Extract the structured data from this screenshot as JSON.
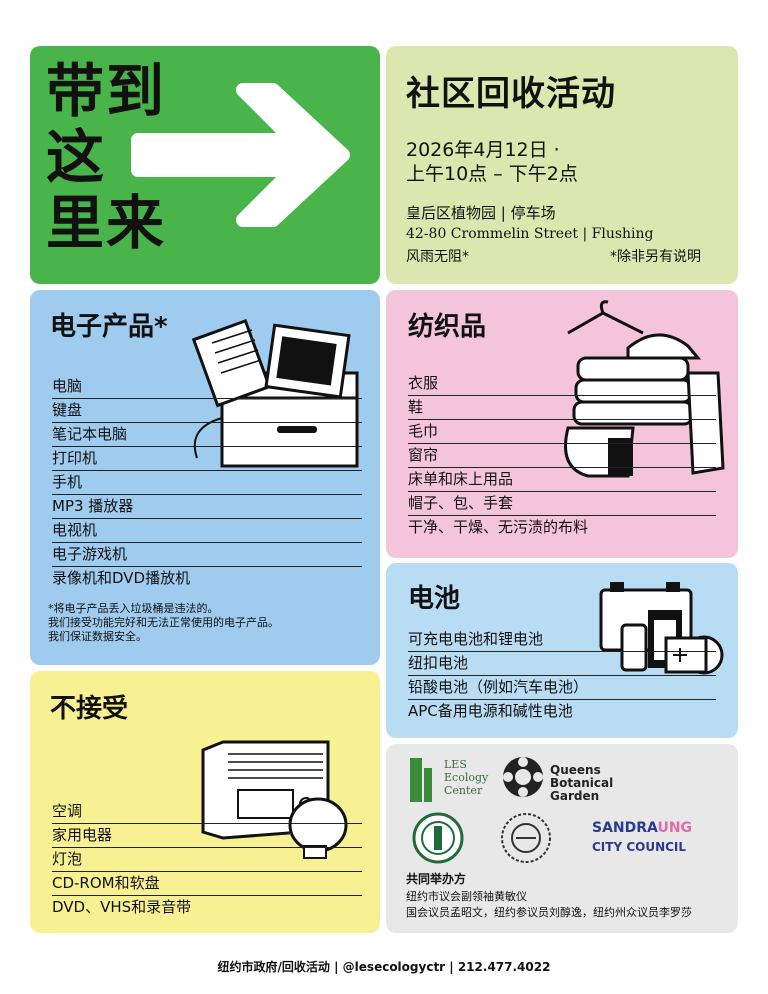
{
  "hero": {
    "lines": [
      "带到",
      "这",
      "里来"
    ]
  },
  "event": {
    "title": "社区回收活动",
    "date_line1": "2026年4月12日 ·",
    "date_line2": "上午10点 – 下午2点",
    "venue": "皇后区植物园 | 停车场",
    "address": "42-80 Crommelin Street | Flushing",
    "rain": "风雨无阻*",
    "note": "*除非另有说明"
  },
  "electronics": {
    "title": "电子产品*",
    "items": [
      "电脑",
      "键盘",
      "笔记本电脑",
      "打印机",
      "手机",
      "MP3 播放器",
      "电视机",
      "电子游戏机",
      "录像机和DVD播放机"
    ],
    "fine_print": [
      "*将电子产品丢入垃圾桶是违法的。",
      "我们接受功能完好和无法正常使用的电子产品。",
      "我们保证数据安全。"
    ]
  },
  "textiles": {
    "title": "纺织品",
    "items": [
      "衣服",
      "鞋",
      "毛巾",
      "窗帘",
      "床单和床上用品",
      "帽子、包、手套",
      "干净、干燥、无污渍的布料"
    ]
  },
  "batteries": {
    "title": "电池",
    "items": [
      "可充电电池和锂电池",
      "纽扣电池",
      "铅酸电池（例如汽车电池）",
      "APC备用电源和碱性电池"
    ]
  },
  "not_accepted": {
    "title": "不接受",
    "items": [
      "空调",
      "家用电器",
      "灯泡",
      "CD-ROM和软盘",
      "DVD、VHS和录音带"
    ]
  },
  "sponsors": {
    "les": [
      "LES",
      "Ecology",
      "Center"
    ],
    "qbg": [
      "Queens",
      "Botanical",
      "Garden"
    ],
    "sandra_a": "SANDRA",
    "sandra_b": "UNG",
    "council": "CITY COUNCIL",
    "hosts_title": "共同举办方",
    "hosts_line1": "纽约市议会副领袖黄敏仪",
    "hosts_line2": "国会议员孟昭文，纽约参议员刘醇逸，纽约州众议员李罗莎"
  },
  "footer": "纽约市政府/回收活动 | @lesecologyctr | 212.477.4022",
  "colors": {
    "green": "#49b449",
    "lime": "#dbe7ae",
    "blue": "#9fcbee",
    "pink": "#f4c4da",
    "light_blue": "#b9dcf5",
    "yellow": "#f7f193",
    "grey": "#e8e8e8"
  }
}
